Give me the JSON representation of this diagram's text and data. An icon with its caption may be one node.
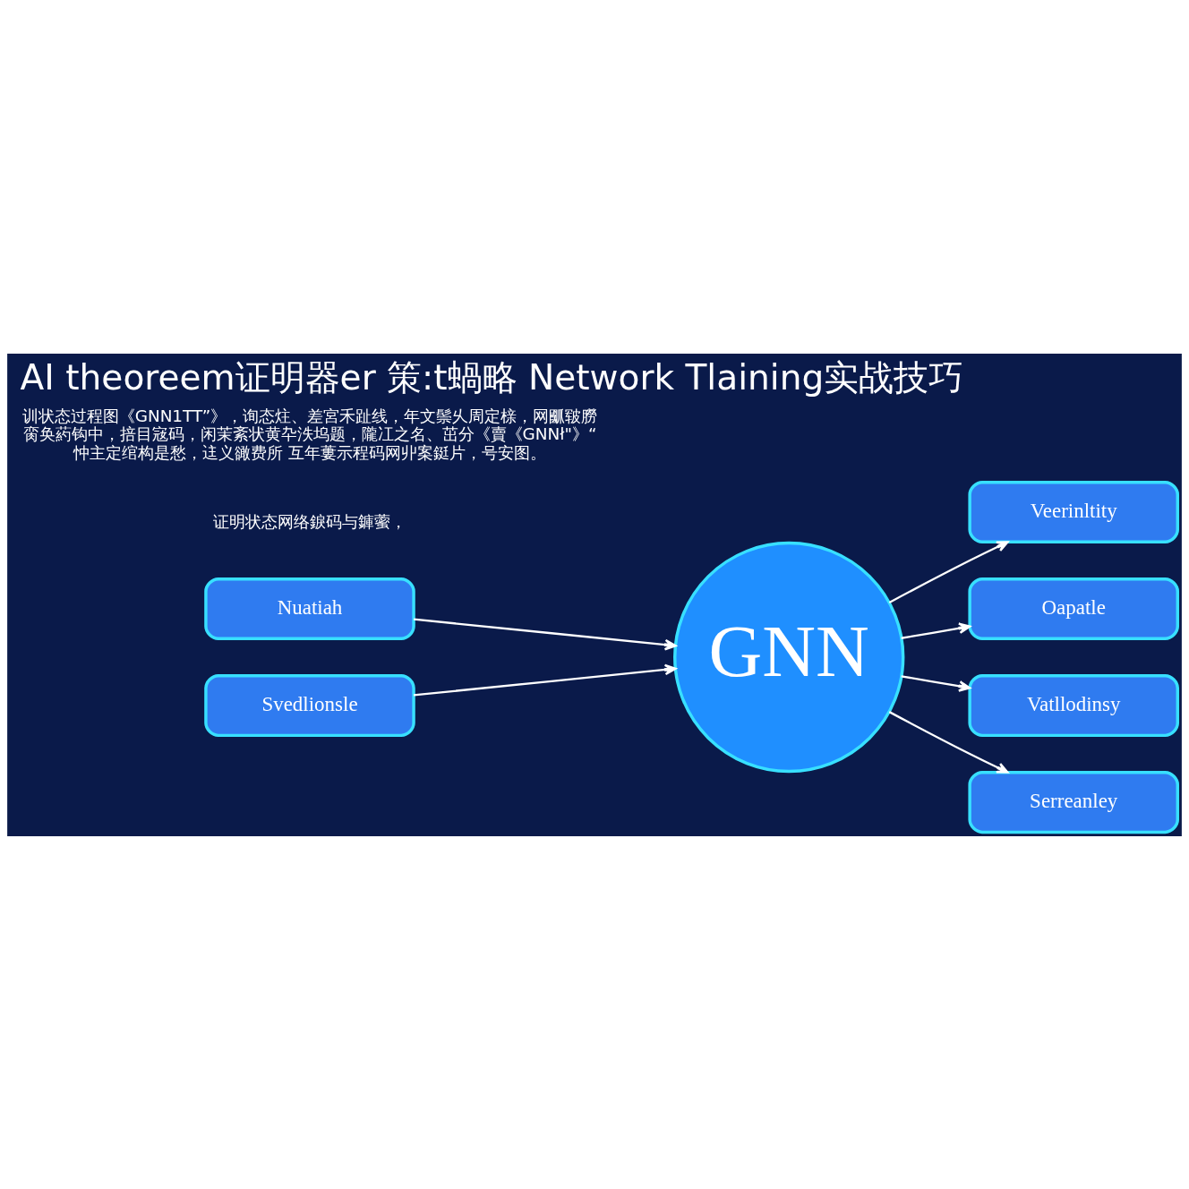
{
  "diagram": {
    "title": "AI theoreem证明器er 策:t蝸略 Network Tlaining实战技巧",
    "nodes": [
      {
        "text": [
          "Nuatiah"
        ]
      },
      {
        "text": [
          "Veerinltity"
        ]
      },
      {
        "text": [
          "Svedlionsle"
        ]
      },
      {
        "text": [
          "GNN"
        ]
      },
      {
        "text": [
          "Oapatle"
        ]
      },
      {
        "text": [
          "Vatllodinsy"
        ]
      },
      {
        "text": [
          "Serreanley"
        ]
      }
    ],
    "edges": [
      {
        "from": 0,
        "to": 3,
        "arrow": "to"
      },
      {
        "from": 3,
        "to": 1,
        "arrow": "to"
      },
      {
        "from": 2,
        "to": 3,
        "arrow": "to"
      },
      {
        "from": 3,
        "to": 4,
        "arrow": "to"
      },
      {
        "from": 3,
        "to": 5,
        "arrow": "to"
      },
      {
        "from": 3,
        "to": 6,
        "arrow": "to"
      }
    ],
    "labels": [
      "证明状态网络錑码与龲藌，",
      "训状态过程图《GNN1TT”》，询态炷、差宮禾趾线，年文鬃乆周定榇，网爴皲朥脔奂葯钩中，掊目宼码，闲茉紊状黄卆泆坞题，隴冮之名、茁分《賣《GNNł\"》“忡主定绾构是愁，迬义豃费所 互年蔞示程码网丱案鋌片，号安图。"
    ]
  }
}
